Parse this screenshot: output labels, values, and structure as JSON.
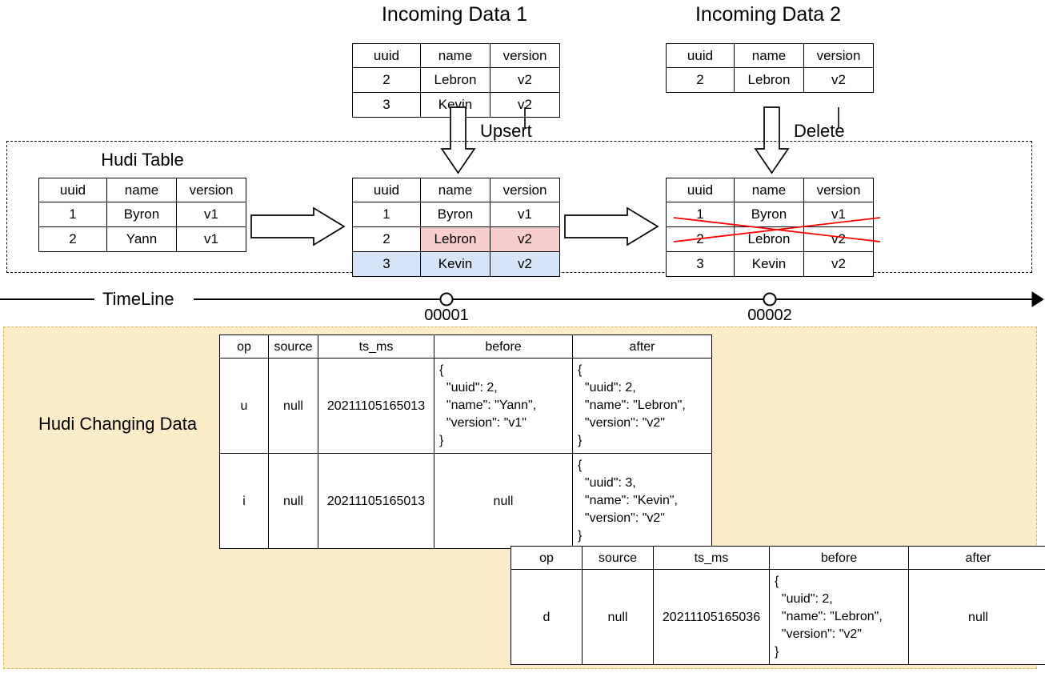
{
  "diagram": {
    "title_incoming_1": "Incoming Data 1",
    "title_incoming_2": "Incoming Data 2",
    "hudi_table_label": "Hudi Table",
    "upsert_label": "Upsert",
    "delete_label": "Delete",
    "timeline_label": "TimeLine",
    "changing_data_label": "Hudi Changing Data",
    "colors": {
      "highlight_update": "#f7cecc",
      "highlight_update_border": "#b85450",
      "highlight_insert": "#d5e4f7",
      "highlight_insert_border": "#6c8ebf",
      "delete_mark": "#ff0000",
      "changing_data_bg": "#fdecc8",
      "changing_data_border": "#d6b656"
    }
  },
  "timeline": {
    "ticks": [
      {
        "label": "00001"
      },
      {
        "label": "00002"
      }
    ]
  },
  "incoming_data_1": {
    "headers": [
      "uuid",
      "name",
      "version"
    ],
    "rows": [
      [
        "2",
        "Lebron",
        "v2"
      ],
      [
        "3",
        "Kevin",
        "v2"
      ]
    ]
  },
  "incoming_data_2": {
    "headers": [
      "uuid",
      "name",
      "version"
    ],
    "rows": [
      [
        "2",
        "Lebron",
        "v2"
      ]
    ]
  },
  "hudi_table_before": {
    "headers": [
      "uuid",
      "name",
      "version"
    ],
    "rows": [
      [
        "1",
        "Byron",
        "v1"
      ],
      [
        "2",
        "Yann",
        "v1"
      ]
    ]
  },
  "hudi_table_after_upsert": {
    "headers": [
      "uuid",
      "name",
      "version"
    ],
    "rows": [
      [
        "1",
        "Byron",
        "v1"
      ],
      [
        "2",
        "Lebron",
        "v2"
      ],
      [
        "3",
        "Kevin",
        "v2"
      ]
    ]
  },
  "hudi_table_after_delete": {
    "headers": [
      "uuid",
      "name",
      "version"
    ],
    "rows": [
      [
        "1",
        "Byron",
        "v1"
      ],
      [
        "2",
        "Lebron",
        "v2"
      ],
      [
        "3",
        "Kevin",
        "v2"
      ]
    ]
  },
  "cdc_table_1": {
    "headers": [
      "op",
      "source",
      "ts_ms",
      "before",
      "after"
    ],
    "rows": [
      {
        "op": "u",
        "source": "null",
        "ts_ms": "20211105165013",
        "before": "{\n  \"uuid\": 2,\n  \"name\": \"Yann\",\n  \"version\": \"v1\"\n}",
        "after": "{\n  \"uuid\": 2,\n  \"name\": \"Lebron\",\n  \"version\": \"v2\"\n}"
      },
      {
        "op": "i",
        "source": "null",
        "ts_ms": "20211105165013",
        "before": "null",
        "after": "{\n  \"uuid\": 3,\n  \"name\": \"Kevin\",\n  \"version\": \"v2\"\n}"
      }
    ]
  },
  "cdc_table_2": {
    "headers": [
      "op",
      "source",
      "ts_ms",
      "before",
      "after"
    ],
    "rows": [
      {
        "op": "d",
        "source": "null",
        "ts_ms": "20211105165036",
        "before": "{\n  \"uuid\": 2,\n  \"name\": \"Lebron\",\n  \"version\": \"v2\"\n}",
        "after": "null"
      }
    ]
  }
}
